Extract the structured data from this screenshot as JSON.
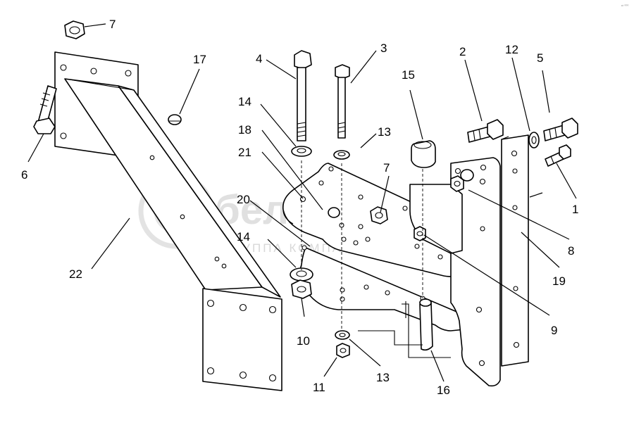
{
  "watermark": {
    "brand": "белагро",
    "subtitle": "ГРУППА КОМПАНИЙ"
  },
  "corner_mark": "ᵉᵗ ⁰⁰⁰",
  "callouts": [
    "1",
    "2",
    "3",
    "4",
    "5",
    "6",
    "7",
    "7",
    "8",
    "9",
    "10",
    "11",
    "12",
    "13",
    "13",
    "14",
    "14",
    "15",
    "16",
    "17",
    "18",
    "19",
    "20",
    "21",
    "22"
  ],
  "colors": {
    "line": "#000000",
    "background": "#ffffff",
    "watermark": "#c8c8c8"
  }
}
